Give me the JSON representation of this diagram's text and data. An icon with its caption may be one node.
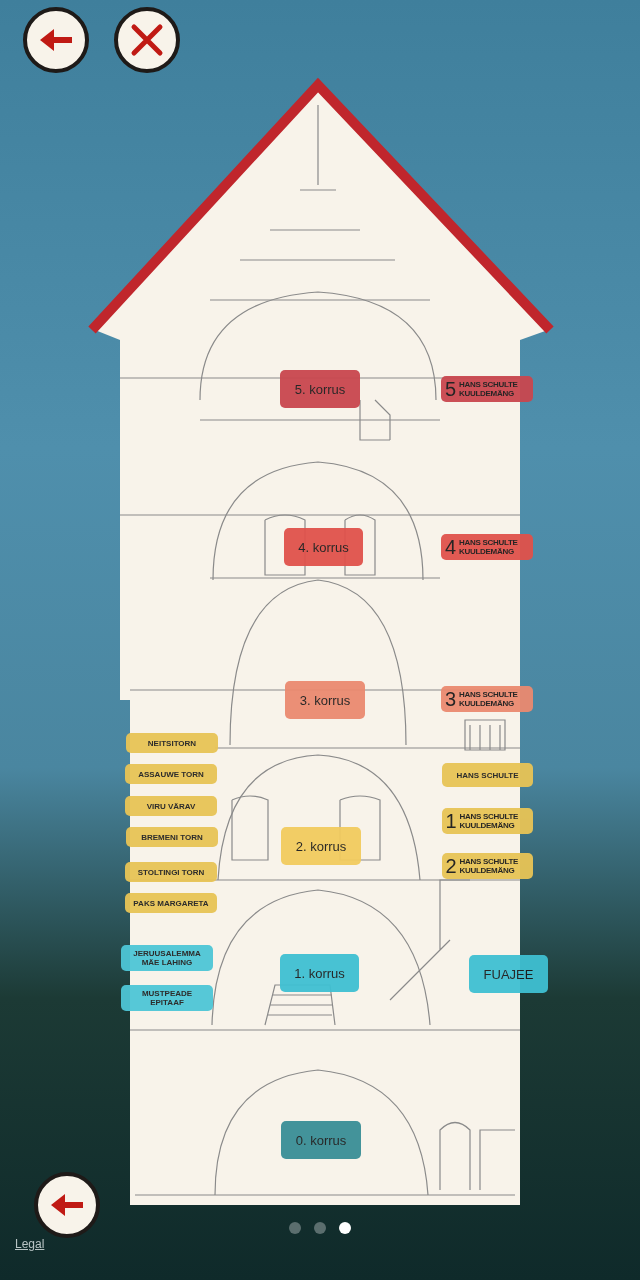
{
  "diagram": {
    "nodes": [
      {
        "text": [
          "5. korrus"
        ]
      },
      {
        "text": [
          "5",
          "HANS SCHULTE KUULDEMÄNG"
        ]
      },
      {
        "text": [
          "4. korrus"
        ]
      },
      {
        "text": [
          "4",
          "HANS SCHULTE KUULDEMÄNG"
        ]
      },
      {
        "text": [
          "3. korrus"
        ]
      },
      {
        "text": [
          "3",
          "HANS SCHULTE KUULDEMÄNG"
        ]
      },
      {
        "text": [
          "NEITSITORN"
        ]
      },
      {
        "text": [
          "ASSAUWE TORN"
        ]
      },
      {
        "text": [
          "HANS SCHULTE"
        ]
      },
      {
        "text": [
          "VIRU VÄRAV"
        ]
      },
      {
        "text": [
          "1",
          "HANS SCHULTE KUULDEMÄNG"
        ]
      },
      {
        "text": [
          "BREMENI TORN"
        ]
      },
      {
        "text": [
          "2. korrus"
        ]
      },
      {
        "text": [
          "STOLTINGI TORN"
        ]
      },
      {
        "text": [
          "2",
          "HANS SCHULTE KUULDEMÄNG"
        ]
      },
      {
        "text": [
          "PAKS MARGARETA"
        ]
      },
      {
        "text": [
          "JERUUSALEMMA MÄE LAHING"
        ]
      },
      {
        "text": [
          "1. korrus"
        ]
      },
      {
        "text": [
          "FUAJEE"
        ]
      },
      {
        "text": [
          "MUSTPEADE EPITAAF"
        ]
      },
      {
        "text": [
          "0. korrus"
        ]
      }
    ],
    "labels": [
      "Legal"
    ]
  }
}
